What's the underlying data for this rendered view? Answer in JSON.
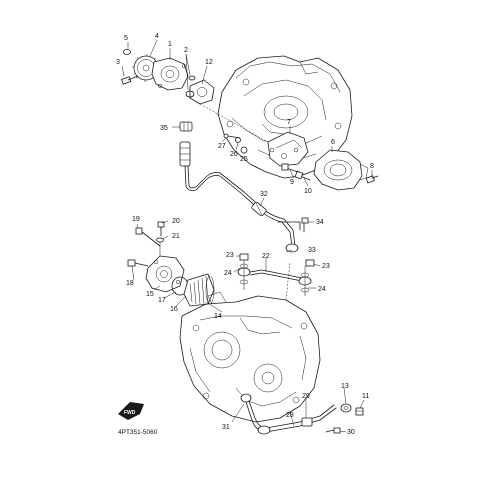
{
  "callouts": [
    {
      "id": "c1",
      "text": "1"
    },
    {
      "id": "c2",
      "text": "2"
    },
    {
      "id": "c3",
      "text": "3"
    },
    {
      "id": "c4",
      "text": "4"
    },
    {
      "id": "c5",
      "text": "5"
    },
    {
      "id": "c6",
      "text": "6"
    },
    {
      "id": "c7",
      "text": "7"
    },
    {
      "id": "c8",
      "text": "8"
    },
    {
      "id": "c9",
      "text": "9"
    },
    {
      "id": "c10",
      "text": "10"
    },
    {
      "id": "c11",
      "text": "11"
    },
    {
      "id": "c12",
      "text": "12"
    },
    {
      "id": "c13",
      "text": "13"
    },
    {
      "id": "c14",
      "text": "14"
    },
    {
      "id": "c15",
      "text": "15"
    },
    {
      "id": "c16",
      "text": "16"
    },
    {
      "id": "c17",
      "text": "17"
    },
    {
      "id": "c18",
      "text": "18"
    },
    {
      "id": "c19",
      "text": "19"
    },
    {
      "id": "c20",
      "text": "20"
    },
    {
      "id": "c21",
      "text": "21"
    },
    {
      "id": "c22",
      "text": "22"
    },
    {
      "id": "c23a",
      "text": "23"
    },
    {
      "id": "c23b",
      "text": "23"
    },
    {
      "id": "c24a",
      "text": "24"
    },
    {
      "id": "c24b",
      "text": "24"
    },
    {
      "id": "c25",
      "text": "25"
    },
    {
      "id": "c26",
      "text": "26"
    },
    {
      "id": "c27",
      "text": "27"
    },
    {
      "id": "c28",
      "text": "28"
    },
    {
      "id": "c29",
      "text": "29"
    },
    {
      "id": "c30",
      "text": "30"
    },
    {
      "id": "c31",
      "text": "31"
    },
    {
      "id": "c32",
      "text": "32"
    },
    {
      "id": "c33",
      "text": "33"
    },
    {
      "id": "c34",
      "text": "34"
    },
    {
      "id": "c35",
      "text": "35"
    }
  ],
  "diagram_code": "4PT351-5060",
  "fwd_label": "FWD"
}
